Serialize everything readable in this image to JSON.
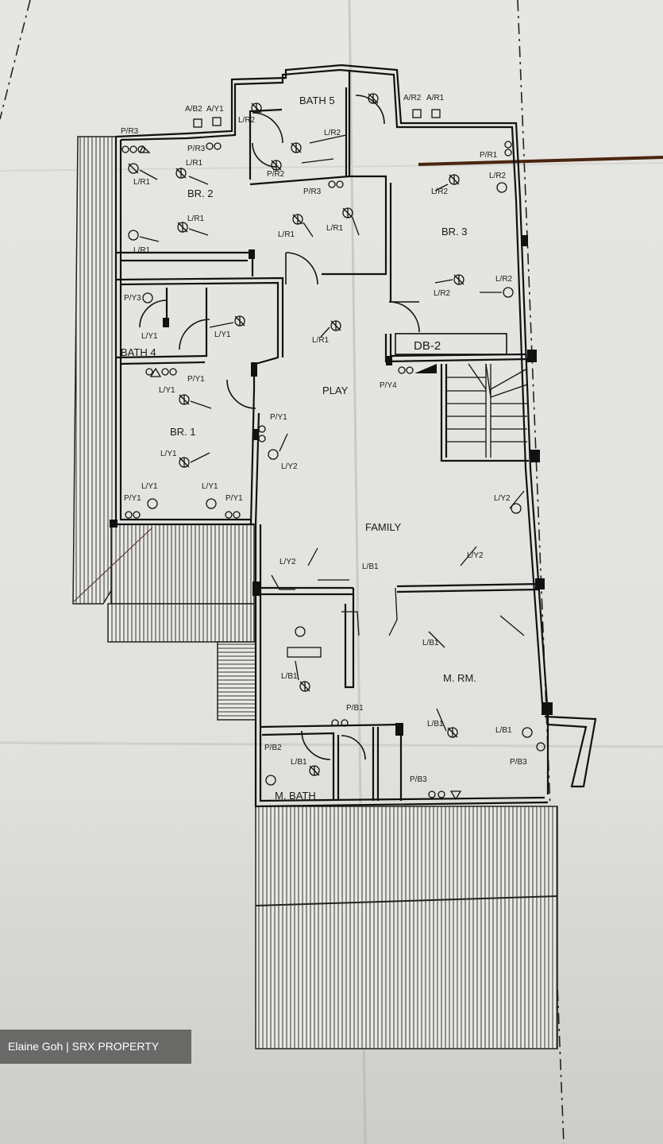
{
  "rooms": {
    "bath5": "BATH 5",
    "br2": "BR. 2",
    "br3": "BR. 3",
    "db2": "DB-2",
    "bath4": "BATH 4",
    "play": "PLAY",
    "br1": "BR. 1",
    "family": "FAMILY",
    "mrm": "M. RM.",
    "mbath": "M. BATH"
  },
  "circuit_labels": [
    "A/B2",
    "A/Y1",
    "A/R2",
    "A/R1",
    "P/R3",
    "P/R3",
    "L/R1",
    "L/R1",
    "L/R2",
    "L/R2",
    "P/R2",
    "P/R3",
    "L/R1",
    "L/R1",
    "L/R1",
    "L/R1",
    "L/R2",
    "L/R2",
    "P/R1",
    "L/R1",
    "L/R2",
    "L/R2",
    "P/Y3",
    "L/Y1",
    "L/Y1",
    "P/Y4",
    "P/Y1",
    "L/Y1",
    "P/Y1",
    "L/Y2",
    "L/Y1",
    "L/Y1",
    "L/Y1",
    "P/Y1",
    "P/Y1",
    "L/Y2",
    "L/Y2",
    "L/Y2",
    "L/B1",
    "L/B1",
    "L/B1",
    "P/B1",
    "L/B1",
    "L/B1",
    "P/B2",
    "P/B3",
    "P/B3",
    "L/B1"
  ],
  "watermark": "Elaine Goh | SRX PROPERTY"
}
